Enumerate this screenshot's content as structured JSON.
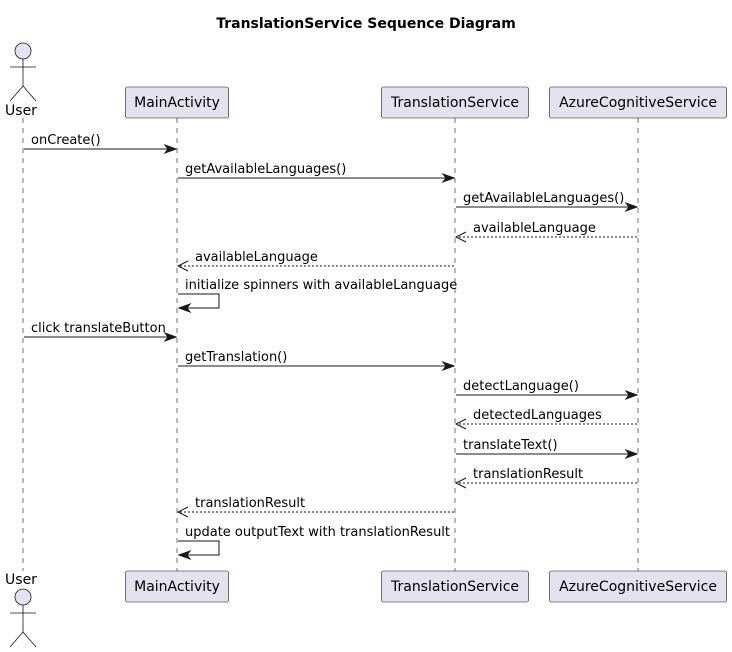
{
  "title": "TranslationService Sequence Diagram",
  "colors": {
    "participant_fill": "#E2E2F0",
    "stroke": "#181818",
    "background": "#FFFFFF"
  },
  "participants": [
    {
      "id": "user",
      "label": "User",
      "kind": "actor"
    },
    {
      "id": "main",
      "label": "MainActivity",
      "kind": "participant"
    },
    {
      "id": "svc",
      "label": "TranslationService",
      "kind": "participant"
    },
    {
      "id": "azure",
      "label": "AzureCognitiveService",
      "kind": "participant"
    }
  ],
  "messages": [
    {
      "from": "user",
      "to": "main",
      "label": "onCreate()",
      "kind": "sync"
    },
    {
      "from": "main",
      "to": "svc",
      "label": "getAvailableLanguages()",
      "kind": "sync"
    },
    {
      "from": "svc",
      "to": "azure",
      "label": "getAvailableLanguages()",
      "kind": "sync"
    },
    {
      "from": "azure",
      "to": "svc",
      "label": "availableLanguage",
      "kind": "return"
    },
    {
      "from": "svc",
      "to": "main",
      "label": "availableLanguage",
      "kind": "return"
    },
    {
      "from": "main",
      "to": "main",
      "label": "initialize spinners with availableLanguage",
      "kind": "self"
    },
    {
      "from": "user",
      "to": "main",
      "label": "click translateButton",
      "kind": "sync"
    },
    {
      "from": "main",
      "to": "svc",
      "label": "getTranslation()",
      "kind": "sync"
    },
    {
      "from": "svc",
      "to": "azure",
      "label": "detectLanguage()",
      "kind": "sync"
    },
    {
      "from": "azure",
      "to": "svc",
      "label": "detectedLanguages",
      "kind": "return"
    },
    {
      "from": "svc",
      "to": "azure",
      "label": "translateText()",
      "kind": "sync"
    },
    {
      "from": "azure",
      "to": "svc",
      "label": "translationResult",
      "kind": "return"
    },
    {
      "from": "svc",
      "to": "main",
      "label": "translationResult",
      "kind": "return"
    },
    {
      "from": "main",
      "to": "main",
      "label": "update outputText with translationResult",
      "kind": "self"
    }
  ]
}
